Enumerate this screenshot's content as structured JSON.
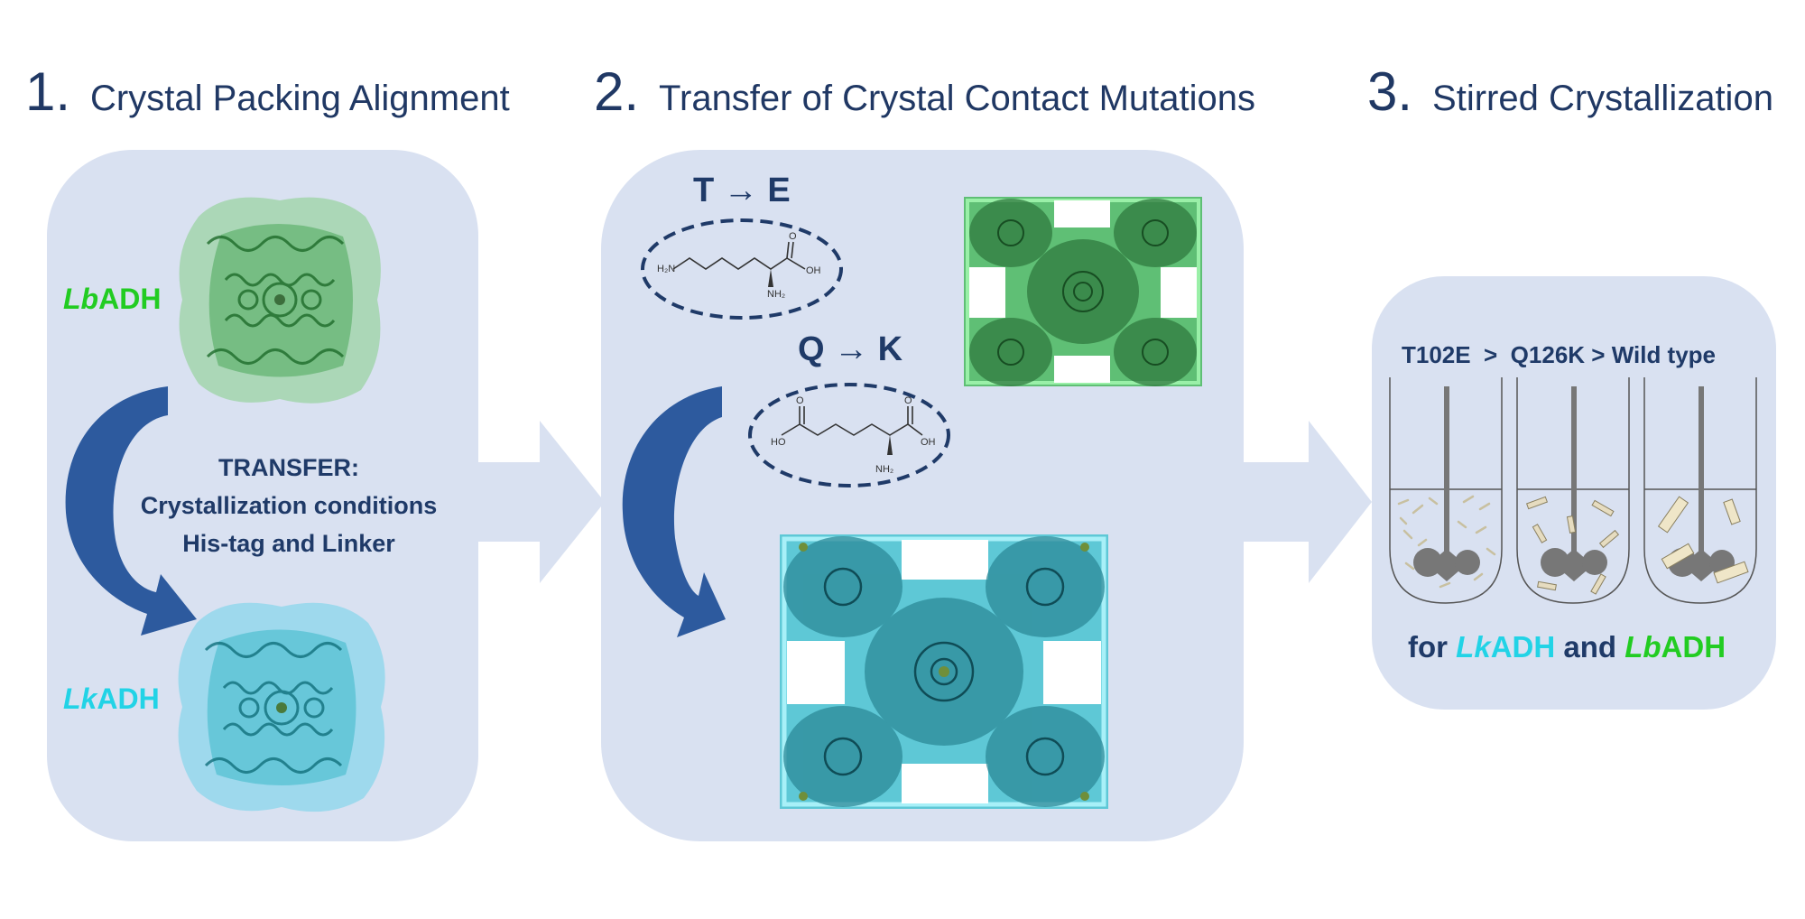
{
  "colors": {
    "panel": "#d9e1f1",
    "title": "#203864",
    "dark_text": "#1f3a68",
    "green": "#22cc22",
    "cyan": "#22d3e6",
    "arrow": "#2d5a9e"
  },
  "steps": [
    {
      "number": "1.",
      "title": "Crystal Packing Alignment"
    },
    {
      "number": "2.",
      "title": "Transfer of Crystal Contact Mutations"
    },
    {
      "number": "3.",
      "title": "Stirred Crystallization"
    }
  ],
  "panel1": {
    "lb_prefix": "Lb",
    "lb_suffix": "ADH",
    "lk_prefix": "Lk",
    "lk_suffix": "ADH",
    "transfer_lines": [
      "TRANSFER:",
      "Crystallization conditions",
      "His-tag and Linker"
    ]
  },
  "panel2": {
    "mutation1": "T → E",
    "mutation2": "Q → K",
    "mol1_labels": {
      "left": "H₂N",
      "right": "OH",
      "top": "O",
      "bottom": "NH₂"
    },
    "mol2_labels": {
      "left": "HO",
      "right": "OH",
      "top_left": "O",
      "top_right": "O",
      "bottom": "NH₂"
    }
  },
  "panel3": {
    "ranking": "T102E  >  Q126K > Wild type",
    "bottom_for": "for ",
    "bottom_lk_prefix": "Lk",
    "bottom_lk_suffix": "ADH",
    "bottom_and": " and ",
    "bottom_lb_prefix": "Lb",
    "bottom_lb_suffix": "ADH"
  }
}
